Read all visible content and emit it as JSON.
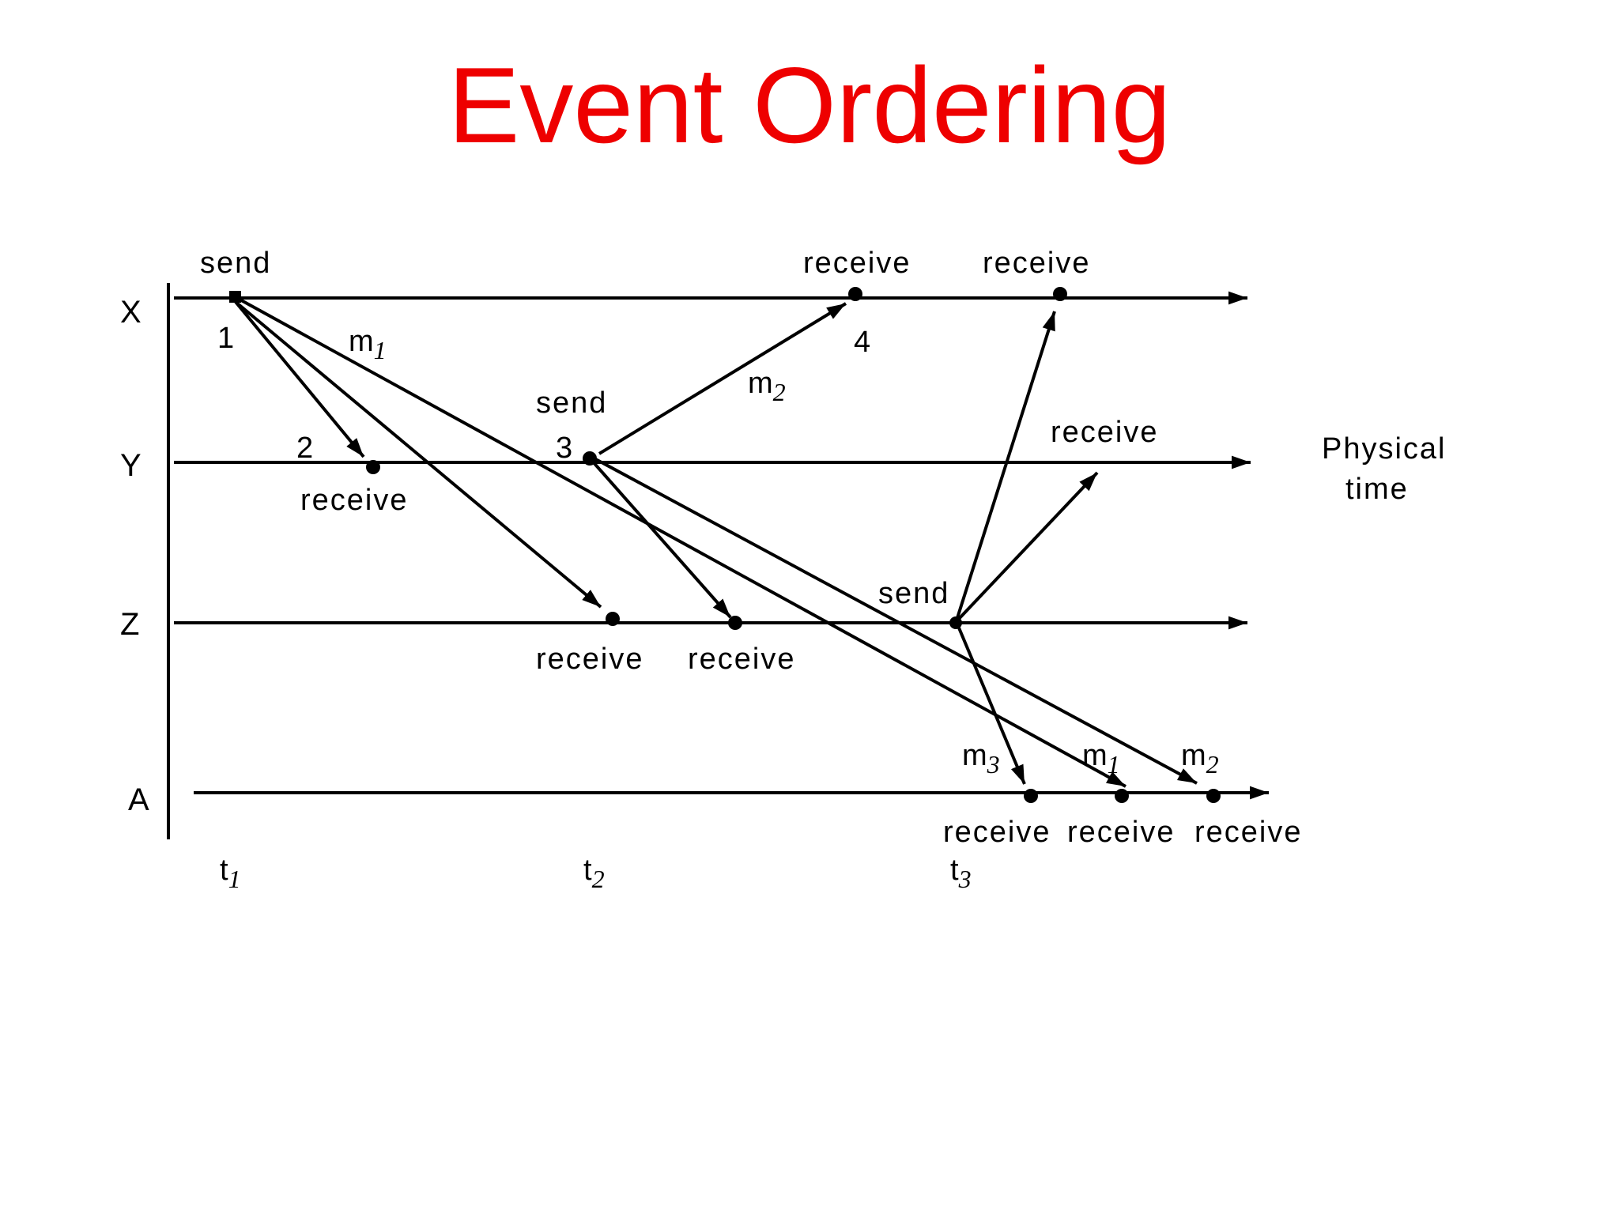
{
  "title": "Event Ordering",
  "colors": {
    "title": "#ee0000",
    "lines": "#000000"
  },
  "axis_label": [
    "Physical",
    "time"
  ],
  "processes": [
    "X",
    "Y",
    "Z",
    "A"
  ],
  "time_markers": [
    {
      "base": "t",
      "sub": "1"
    },
    {
      "base": "t",
      "sub": "2"
    },
    {
      "base": "t",
      "sub": "3"
    }
  ],
  "event_numbers": [
    "1",
    "2",
    "3",
    "4"
  ],
  "message_labels": [
    {
      "base": "m",
      "sub": "1"
    },
    {
      "base": "m",
      "sub": "2"
    },
    {
      "base": "m",
      "sub": "3"
    },
    {
      "base": "m",
      "sub": "1"
    },
    {
      "base": "m",
      "sub": "2"
    }
  ],
  "event_labels": {
    "x_send": "send",
    "x_receive_1": "receive",
    "x_receive_2": "receive",
    "y_send": "send",
    "y_receive_top": "receive",
    "y_receive_bottom": "receive",
    "z_send": "send",
    "z_receive_1": "receive",
    "z_receive_2": "receive",
    "a_receive_1": "receive",
    "a_receive_2": "receive",
    "a_receive_3": "receive"
  }
}
